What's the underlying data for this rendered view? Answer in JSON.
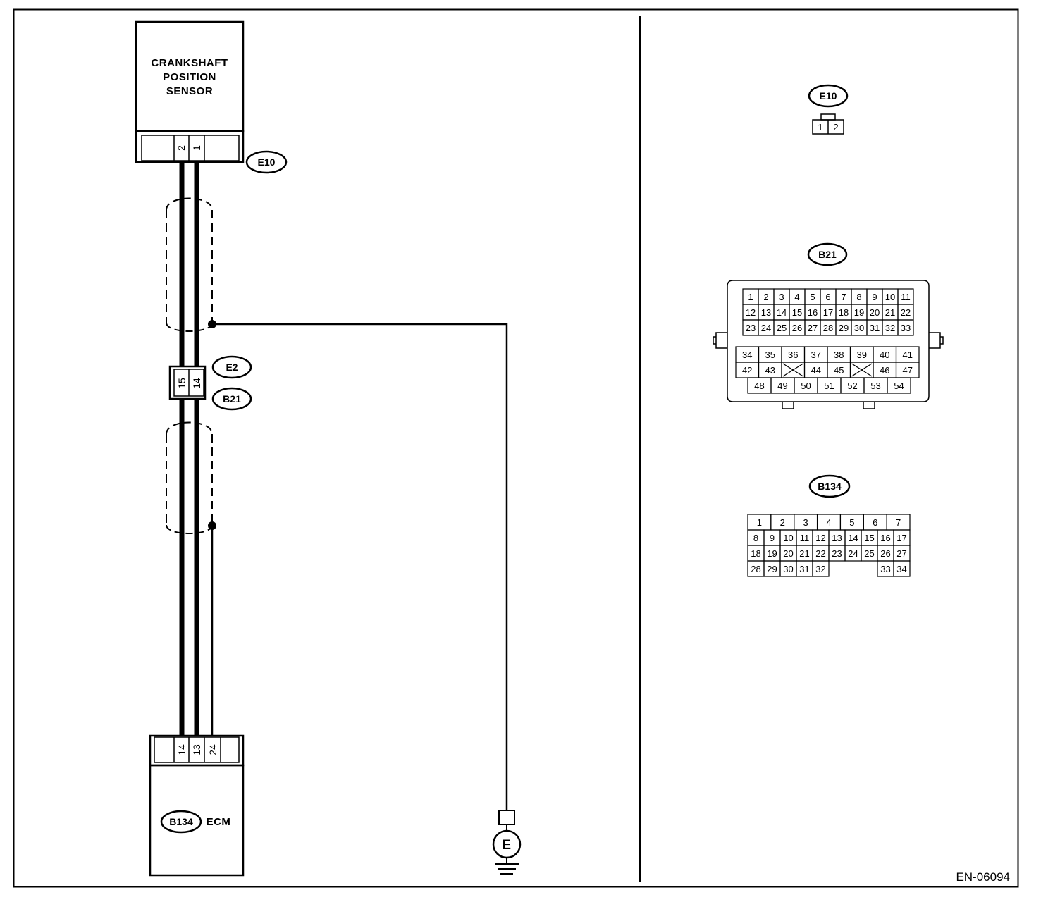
{
  "sensor": {
    "title_lines": [
      "CRANKSHAFT",
      "POSITION",
      "SENSOR"
    ],
    "connector": "E10",
    "pins": [
      "2",
      "1"
    ]
  },
  "joint": {
    "connector_top": "E2",
    "connector_bottom": "B21",
    "pins": [
      "15",
      "14"
    ]
  },
  "ecm": {
    "connector": "B134",
    "label": "ECM",
    "pins": [
      "14",
      "13",
      "24"
    ]
  },
  "ground": {
    "symbol": "E"
  },
  "connectors": [
    {
      "id": "E10",
      "rows": [
        [
          "1",
          "2"
        ]
      ]
    },
    {
      "id": "B21",
      "rows": [
        [
          "1",
          "2",
          "3",
          "4",
          "5",
          "6",
          "7",
          "8",
          "9",
          "10",
          "11"
        ],
        [
          "12",
          "13",
          "14",
          "15",
          "16",
          "17",
          "18",
          "19",
          "20",
          "21",
          "22"
        ],
        [
          "23",
          "24",
          "25",
          "26",
          "27",
          "28",
          "29",
          "30",
          "31",
          "32",
          "33"
        ],
        [
          "34",
          "35",
          "36",
          "37",
          "38",
          "39",
          "40",
          "41"
        ],
        [
          "42",
          "43",
          "",
          "44",
          "45",
          "",
          "46",
          "47"
        ],
        [
          "48",
          "49",
          "50",
          "51",
          "52",
          "53",
          "54"
        ]
      ]
    },
    {
      "id": "B134",
      "rows": [
        [
          "1",
          "2",
          "3",
          "4",
          "5",
          "6",
          "7"
        ],
        [
          "8",
          "9",
          "10",
          "11",
          "12",
          "13",
          "14",
          "15",
          "16",
          "17"
        ],
        [
          "18",
          "19",
          "20",
          "21",
          "22",
          "23",
          "24",
          "25",
          "26",
          "27"
        ],
        [
          "28",
          "29",
          "30",
          "31",
          "32",
          "",
          "",
          "",
          "33",
          "34"
        ]
      ]
    }
  ],
  "figure_id": "EN-06094"
}
